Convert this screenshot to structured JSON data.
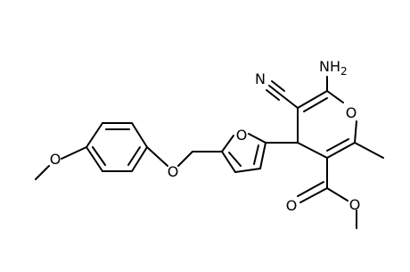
{
  "molecule": {
    "atom_labels": {
      "amine_n": "NH",
      "amine_sub": "2",
      "nitrile_n": "N",
      "pyran_o": "O",
      "furan_o": "O",
      "ether_o": "O",
      "methoxy_o": "O",
      "carbonyl_o": "O",
      "ester_o": "O"
    },
    "colors": {
      "bond": "#000000",
      "label": "#000000",
      "background": "#ffffff"
    }
  }
}
